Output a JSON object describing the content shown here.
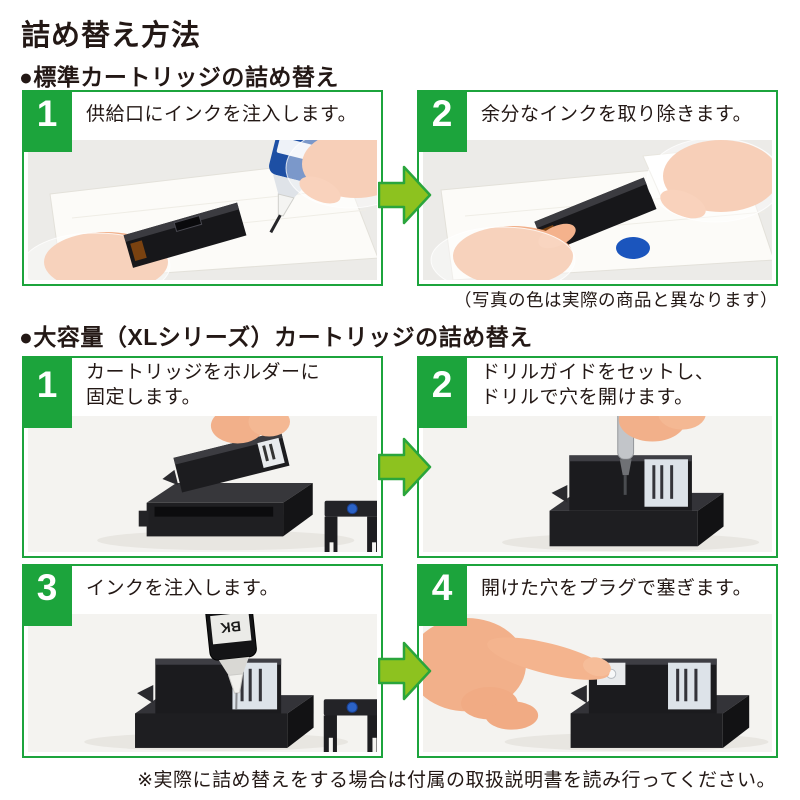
{
  "page": {
    "title": "詰め替え方法",
    "footer_note": "※実際に詰め替えをする場合は付属の取扱説明書を読み行ってください。"
  },
  "colors": {
    "accent_green": "#1ca43c",
    "arrow_fill": "#8dc21f",
    "text": "#231815",
    "ink_blue": "#1b55bd"
  },
  "sections": [
    {
      "heading": "●標準カートリッジの詰め替え",
      "photo_note": "（写真の色は実際の商品と異なります）",
      "steps": [
        {
          "number": "1",
          "text": "供給口にインクを注入します。"
        },
        {
          "number": "2",
          "text": "余分なインクを取り除きます。"
        }
      ]
    },
    {
      "heading": "●大容量（XLシリーズ）カートリッジの詰め替え",
      "steps": [
        {
          "number": "1",
          "text": "カートリッジをホルダーに\n固定します。"
        },
        {
          "number": "2",
          "text": "ドリルガイドをセットし、\nドリルで穴を開けます。"
        },
        {
          "number": "3",
          "text": "インクを注入します。"
        },
        {
          "number": "4",
          "text": "開けた穴をプラグで塞ぎます。"
        }
      ]
    }
  ],
  "photos": {
    "xl_bottle_label": "BK"
  }
}
